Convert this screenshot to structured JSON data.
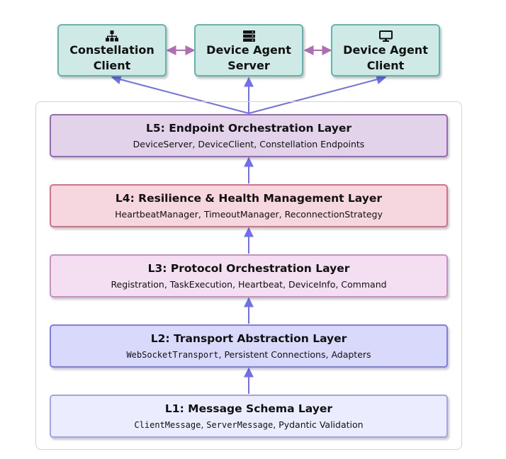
{
  "colors": {
    "endpoint_fill": "#cfe9e6",
    "endpoint_border": "#62b5ad",
    "arrow_blue": "#6f6ff0",
    "arrow_purple": "#b06cb5",
    "l5_fill": "#e2d2ea",
    "l5_border": "#9a68b4",
    "l4_fill": "#f6d6df",
    "l4_border": "#d86f8c",
    "l3_fill": "#f3def2",
    "l3_border": "#c88ec6",
    "l2_fill": "#d9d9fb",
    "l2_border": "#7d7ee8",
    "l1_fill": "#ececff",
    "l1_border": "#a3a4f0"
  },
  "endpoints": [
    {
      "title": "Constellation\nClient",
      "icon": "sitemap-icon"
    },
    {
      "title": "Device Agent\nServer",
      "icon": "server-icon"
    },
    {
      "title": "Device Agent\nClient",
      "icon": "desktop-icon"
    }
  ],
  "layers": [
    {
      "title": "L5:  Endpoint Orchestration Layer",
      "desc": "DeviceServer, DeviceClient, Constellation Endpoints"
    },
    {
      "title": "L4:  Resilience & Health Management Layer",
      "desc": "HeartbeatManager, TimeoutManager, ReconnectionStrategy"
    },
    {
      "title": "L3:  Protocol Orchestration Layer",
      "desc": "Registration, TaskExecution, Heartbeat, DeviceInfo, Command"
    },
    {
      "title": "L2:  Transport Abstraction Layer",
      "desc_mono": "WebSocketTransport",
      "desc_rest": ", Persistent Connections, Adapters"
    },
    {
      "title": "L1:  Message Schema Layer",
      "desc_mono1": "ClientMessage",
      "desc_sep": ", ",
      "desc_mono2": "ServerMessage",
      "desc_rest": ", Pydantic Validation"
    }
  ]
}
